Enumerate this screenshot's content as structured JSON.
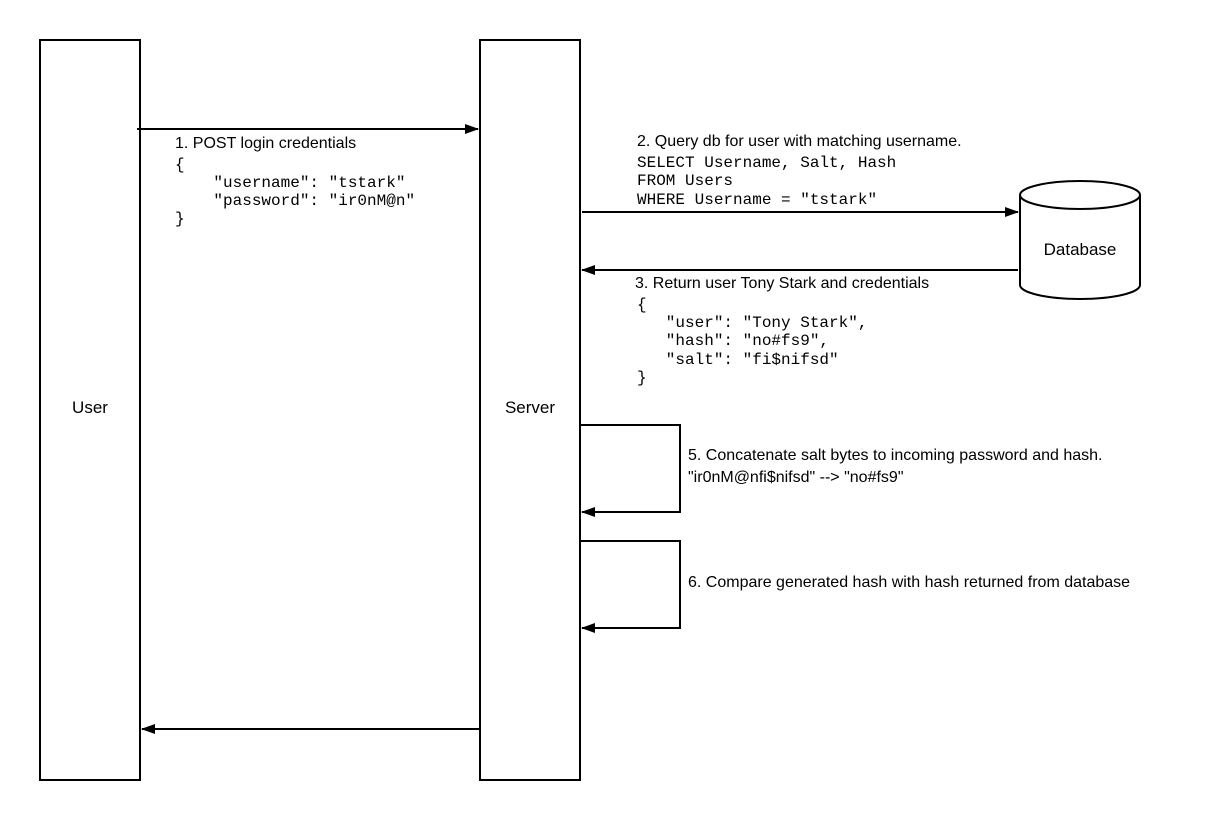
{
  "participants": {
    "user": "User",
    "server": "Server",
    "database": "Database"
  },
  "steps": {
    "step1": {
      "label": "1. POST login credentials",
      "code": [
        "{",
        "    \"username\": \"tstark\"",
        "    \"password\": \"ir0nM@n\"",
        "}"
      ]
    },
    "step2": {
      "label": "2. Query db for user with matching username.",
      "code": [
        "SELECT Username, Salt, Hash",
        "FROM Users",
        "WHERE Username = \"tstark\""
      ]
    },
    "step3": {
      "label": "3. Return user Tony Stark and credentials",
      "code": [
        "{",
        "   \"user\": \"Tony Stark\",",
        "   \"hash\": \"no#fs9\",",
        "   \"salt\": \"fi$nifsd\"",
        "}"
      ]
    },
    "step5": {
      "label": "5. Concatenate salt bytes to incoming password and hash.",
      "detail": "\"ir0nM@nfi$nifsd\" --> \"no#fs9\""
    },
    "step6": {
      "label": "6. Compare generated hash with hash returned from database"
    }
  },
  "colors": {
    "stroke": "#000000",
    "background": "#ffffff"
  }
}
